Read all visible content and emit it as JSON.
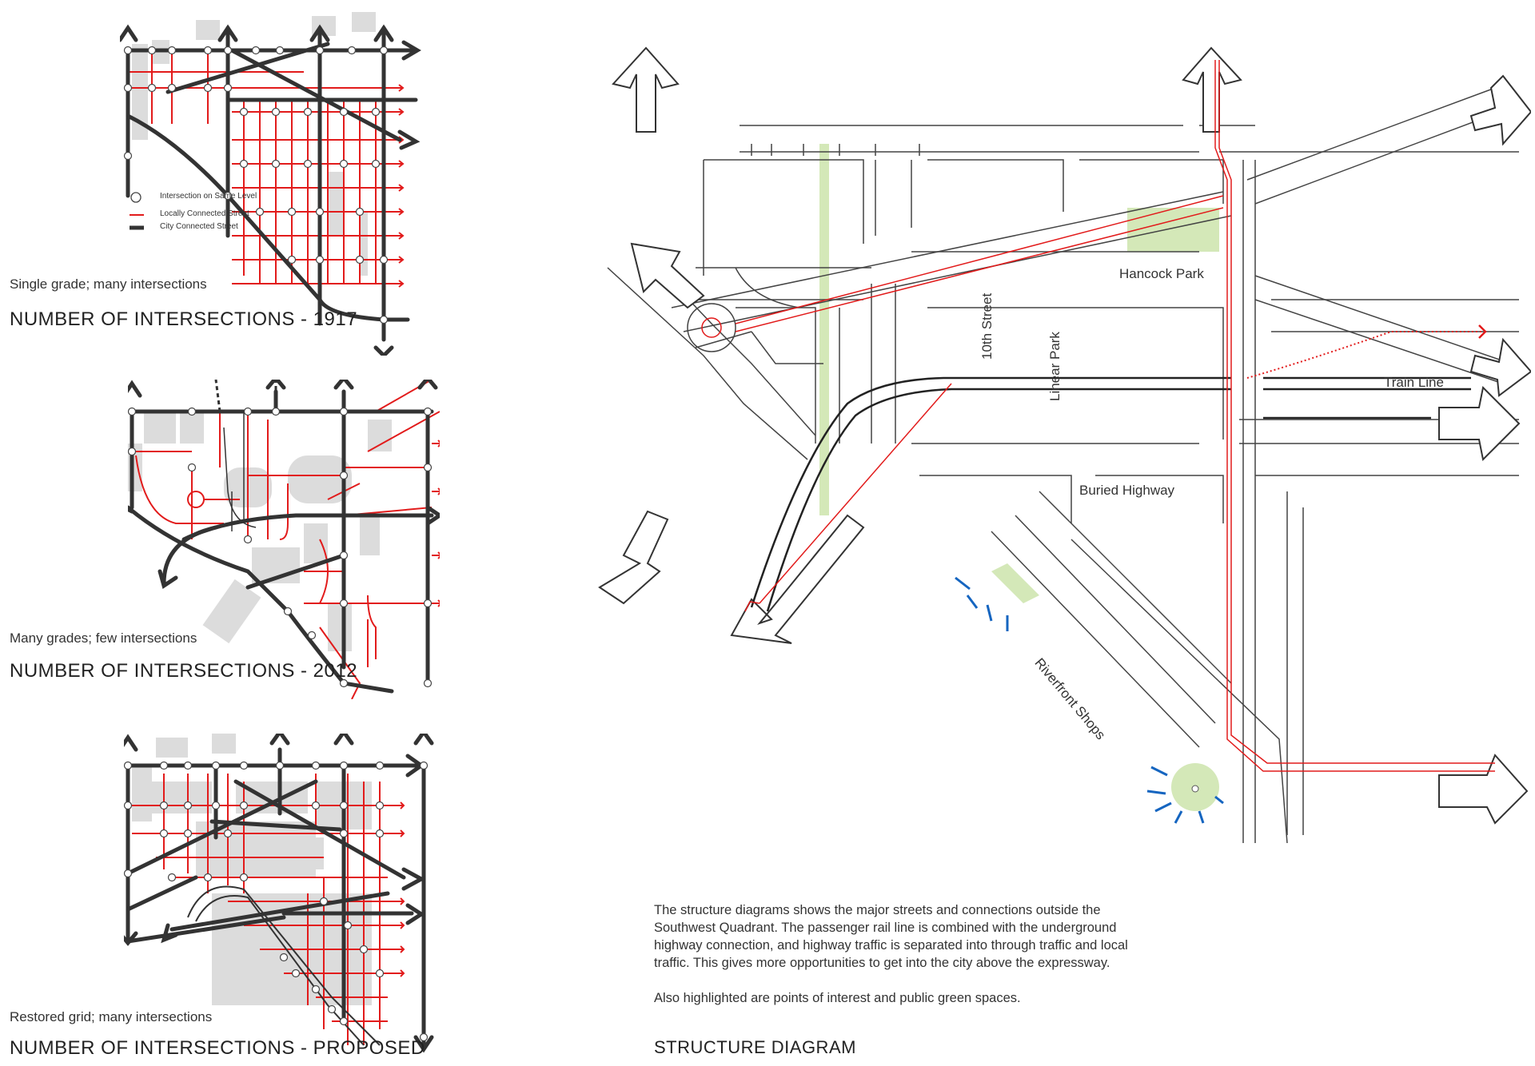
{
  "legend": {
    "intersection": "Intersection on  Same Level",
    "local": "Locally Connected Street",
    "city": "City Connected Street"
  },
  "panels": [
    {
      "subtitle": "Single grade; many intersections",
      "title": "NUMBER OF INTERSECTIONS - 1917"
    },
    {
      "subtitle": "Many grades; few intersections",
      "title": "NUMBER OF INTERSECTIONS - 2012"
    },
    {
      "subtitle": "Restored grid; many intersections",
      "title": "NUMBER OF INTERSECTIONS - PROPOSED"
    }
  ],
  "structure": {
    "labels": {
      "hancock_park": "Hancock Park",
      "tenth_street": "10th Street",
      "linear_park": "Linear Park",
      "train_line": "Train Line",
      "buried_highway": "Buried Highway",
      "riverfront_shops": "Riverfront Shops"
    },
    "description": [
      "The structure diagrams shows the major streets and connections outside the Southwest Quadrant. The passenger rail line is combined with the underground highway connection, and highway traffic is separated into through traffic and local traffic. This gives more opportunities to get into the city above the expressway.",
      "Also highlighted are points of interest and public green spaces."
    ],
    "title": "STRUCTURE DIAGRAM"
  },
  "colors": {
    "local_street": "#e21b1b",
    "city_street": "#333333",
    "green_space": "#d4e8b8",
    "point_of_interest": "#1565c0",
    "building": "#d9d9d9"
  }
}
